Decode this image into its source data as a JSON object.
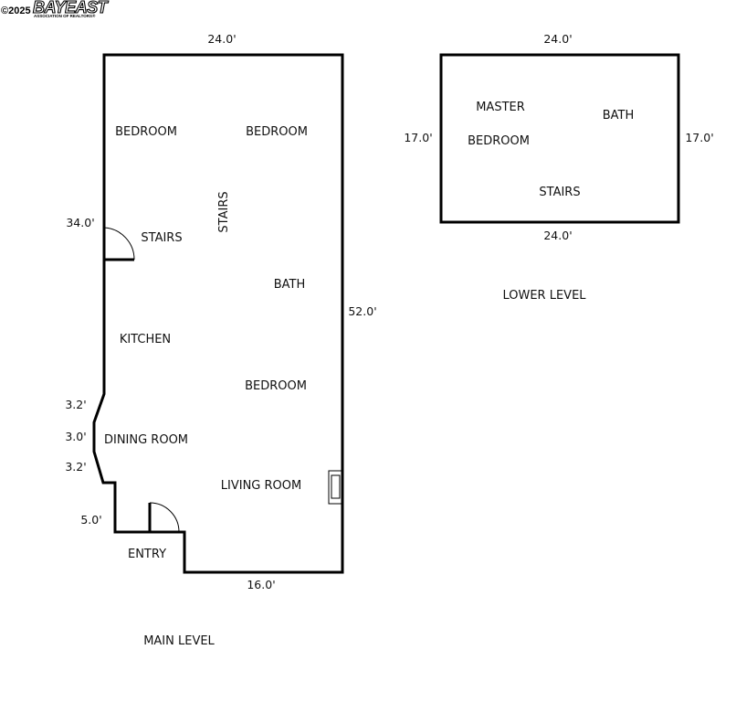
{
  "logo": {
    "copyright": "©2025",
    "brand": "BAYEAST",
    "tagline": "ASSOCIATION OF REALTORS®"
  },
  "main_level": {
    "title": "MAIN LEVEL",
    "rooms": {
      "bedroom_top_left": "BEDROOM",
      "bedroom_top_right": "BEDROOM",
      "stairs_vertical": "STAIRS",
      "stairs": "STAIRS",
      "bath": "BATH",
      "kitchen": "KITCHEN",
      "bedroom_middle": "BEDROOM",
      "dining_room": "DINING ROOM",
      "living_room": "LIVING ROOM",
      "entry": "ENTRY"
    },
    "dimensions": {
      "top": "24.0'",
      "left_upper": "34.0'",
      "right": "52.0'",
      "bay_upper": "3.2'",
      "bay_middle": "3.0'",
      "bay_lower": "3.2'",
      "entry_side": "5.0'",
      "bottom": "16.0'"
    }
  },
  "lower_level": {
    "title": "LOWER LEVEL",
    "rooms": {
      "master_line1": "MASTER",
      "master_line2": "BEDROOM",
      "bath": "BATH",
      "stairs": "STAIRS"
    },
    "dimensions": {
      "top": "24.0'",
      "bottom": "24.0'",
      "left": "17.0'",
      "right": "17.0'"
    }
  }
}
